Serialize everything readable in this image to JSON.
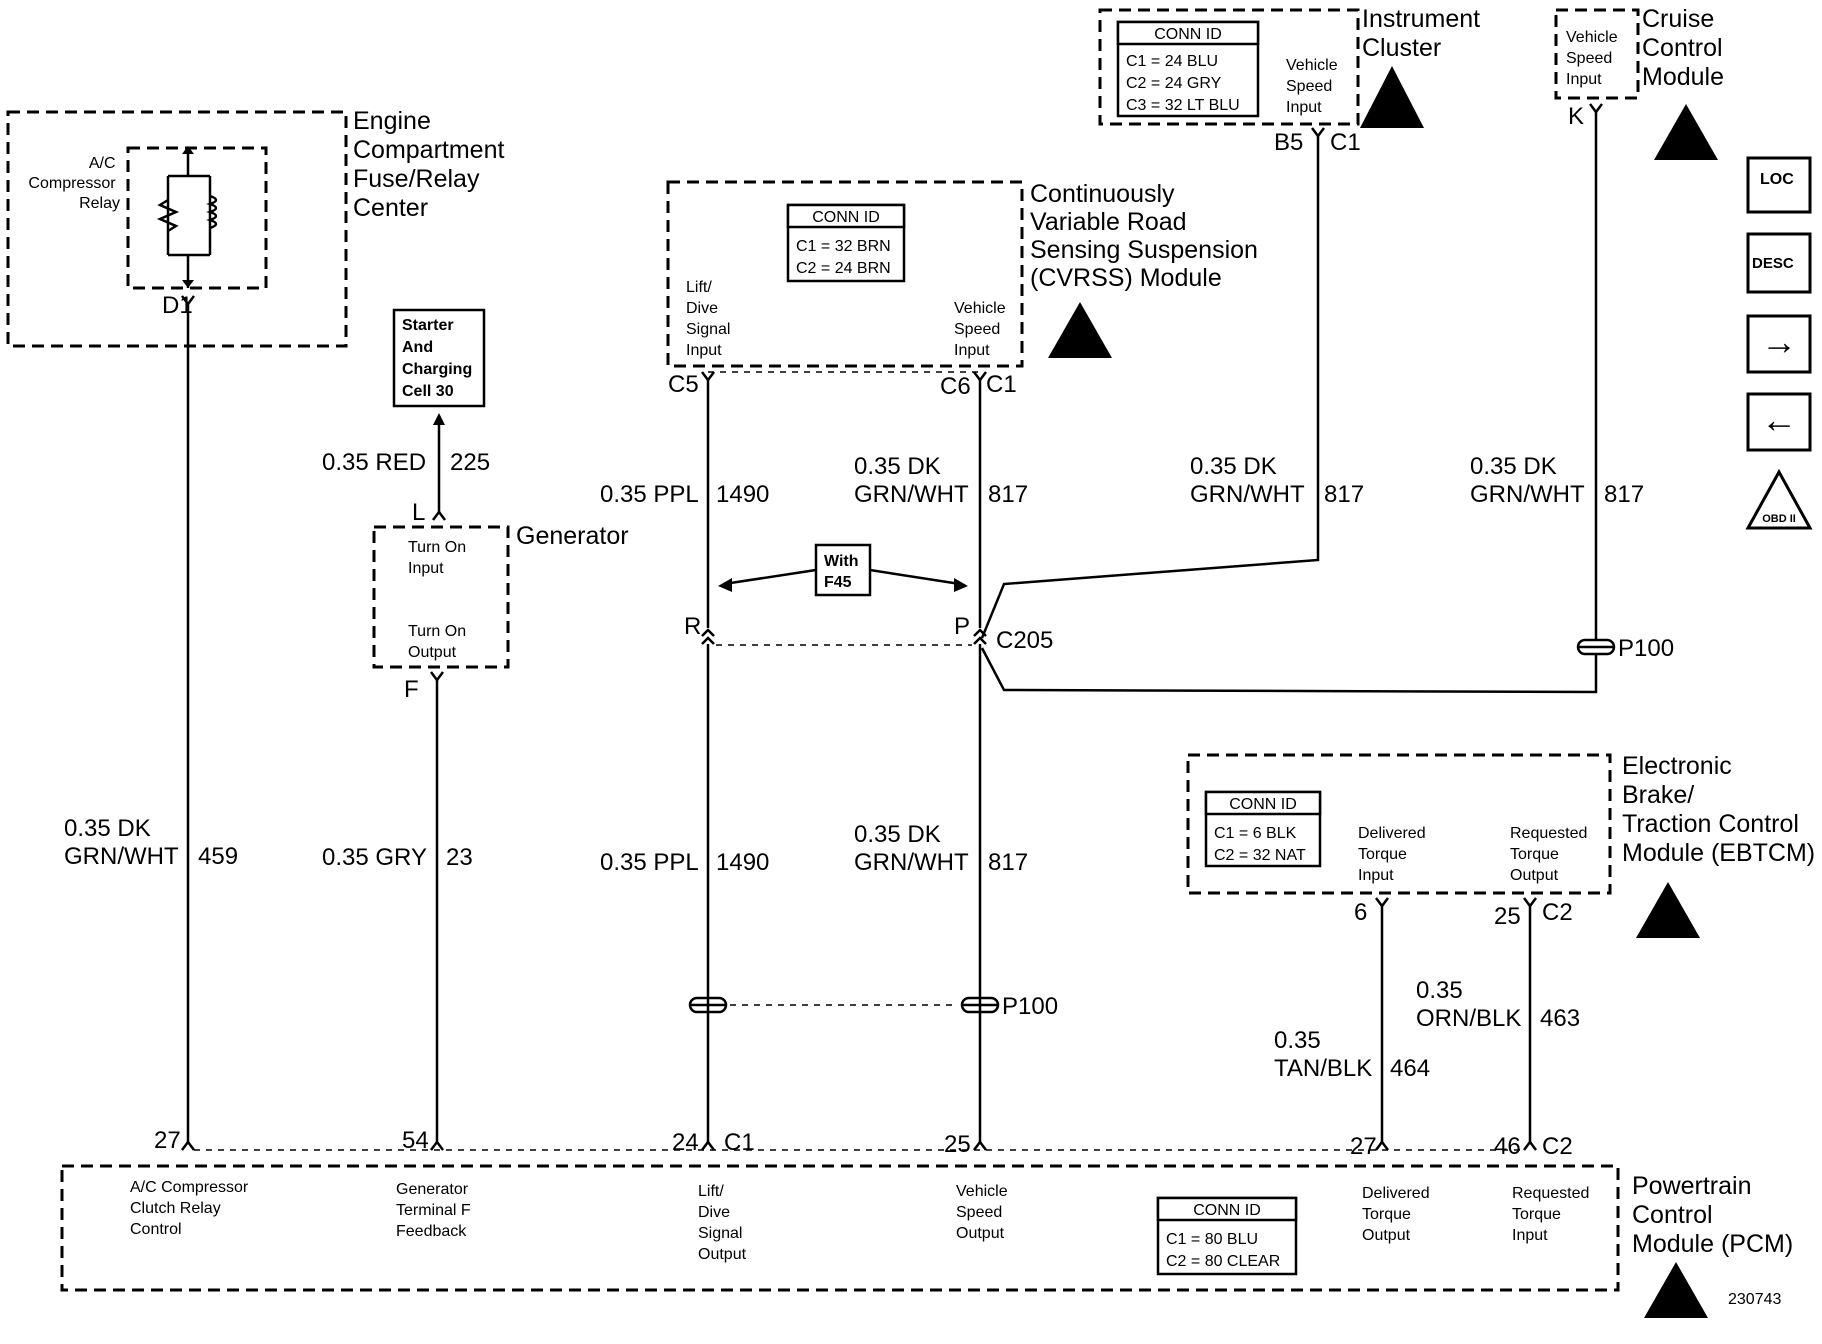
{
  "components": {
    "engine_fuse": {
      "title": [
        "Engine",
        "Compartment",
        "Fuse/Relay",
        "Center"
      ],
      "relay": [
        "A/C",
        "Compressor",
        "Relay"
      ],
      "pin": "D1"
    },
    "starter": {
      "label": [
        "Starter",
        "And",
        "Charging",
        "Cell 30"
      ]
    },
    "generator": {
      "title": "Generator",
      "turn_on_input": [
        "Turn On",
        "Input"
      ],
      "turn_on_output": [
        "Turn On",
        "Output"
      ],
      "pin_l": "L",
      "pin_f": "F"
    },
    "cvrss": {
      "title": [
        "Continuously",
        "Variable Road",
        "Sensing Suspension",
        "(CVRSS) Module"
      ],
      "conn_header": "CONN ID",
      "conn": [
        "C1 = 32 BRN",
        "C2 = 24 BRN"
      ],
      "left_pin_label": [
        "Lift/",
        "Dive",
        "Signal",
        "Input"
      ],
      "right_pin_label": [
        "Vehicle",
        "Speed",
        "Input"
      ],
      "pin_c5": "C5",
      "pin_c6": "C6",
      "pin_c1": "C1"
    },
    "instrument": {
      "title": [
        "Instrument",
        "Cluster"
      ],
      "conn_header": "CONN ID",
      "conn": [
        "C1 = 24 BLU",
        "C2 = 24 GRY",
        "C3 = 32 LT BLU"
      ],
      "pin_label": [
        "Vehicle",
        "Speed",
        "Input"
      ],
      "pin": "B5",
      "conn_pin": "C1"
    },
    "cruise": {
      "title": [
        "Cruise",
        "Control",
        "Module"
      ],
      "pin_label": [
        "Vehicle",
        "Speed",
        "Input"
      ],
      "pin": "K"
    },
    "ebtcm": {
      "title": [
        "Electronic",
        "Brake/",
        "Traction Control",
        "Module (EBTCM)"
      ],
      "conn_header": "CONN ID",
      "conn": [
        "C1 = 6 BLK",
        "C2 = 32 NAT"
      ],
      "delivered": [
        "Delivered",
        "Torque",
        "Input"
      ],
      "requested": [
        "Requested",
        "Torque",
        "Output"
      ],
      "pin_6": "6",
      "pin_25": "25",
      "pin_c2": "C2"
    },
    "pcm": {
      "title": [
        "Powertrain",
        "Control",
        "Module (PCM)"
      ],
      "conn_header": "CONN ID",
      "conn": [
        "C1 = 80 BLU",
        "C2 = 80 CLEAR"
      ],
      "ac_label": [
        "A/C Compressor",
        "Clutch Relay",
        "Control"
      ],
      "gen_label": [
        "Generator",
        "Terminal F",
        "Feedback"
      ],
      "lift_label": [
        "Lift/",
        "Dive",
        "Signal",
        "Output"
      ],
      "vss_label": [
        "Vehicle",
        "Speed",
        "Output"
      ],
      "deliv_label": [
        "Delivered",
        "Torque",
        "Output"
      ],
      "req_label": [
        "Requested",
        "Torque",
        "Input"
      ],
      "pins": {
        "p27": "27",
        "p54": "54",
        "p24": "24",
        "p25": "25",
        "p27b": "27",
        "p46": "46",
        "c1": "C1",
        "c2": "C2"
      }
    }
  },
  "wires": {
    "w225": {
      "color": "0.35 RED",
      "circuit": "225"
    },
    "w459": {
      "color": [
        "0.35 DK",
        "GRN/WHT"
      ],
      "circuit": "459"
    },
    "w23": {
      "color": "0.35 GRY",
      "circuit": "23"
    },
    "w1490a": {
      "color": "0.35 PPL",
      "circuit": "1490"
    },
    "w1490b": {
      "color": "0.35 PPL",
      "circuit": "1490"
    },
    "w817a": {
      "color": [
        "0.35 DK",
        "GRN/WHT"
      ],
      "circuit": "817"
    },
    "w817b": {
      "color": [
        "0.35 DK",
        "GRN/WHT"
      ],
      "circuit": "817"
    },
    "w817c": {
      "color": [
        "0.35 DK",
        "GRN/WHT"
      ],
      "circuit": "817"
    },
    "w817d": {
      "color": [
        "0.35 DK",
        "GRN/WHT"
      ],
      "circuit": "817"
    },
    "w464": {
      "color": [
        "0.35",
        "TAN/BLK"
      ],
      "circuit": "464"
    },
    "w463": {
      "color": [
        "0.35",
        "ORN/BLK"
      ],
      "circuit": "463"
    }
  },
  "connectors": {
    "c205": "C205",
    "pin_r": "R",
    "pin_p": "P",
    "p100a": "P100",
    "p100b": "P100"
  },
  "option": [
    "With",
    "F45"
  ],
  "nav": {
    "loc": "LOC",
    "desc": "DESC",
    "next": "→",
    "prev": "←",
    "obd": "OBD II"
  },
  "figure_id": "230743"
}
